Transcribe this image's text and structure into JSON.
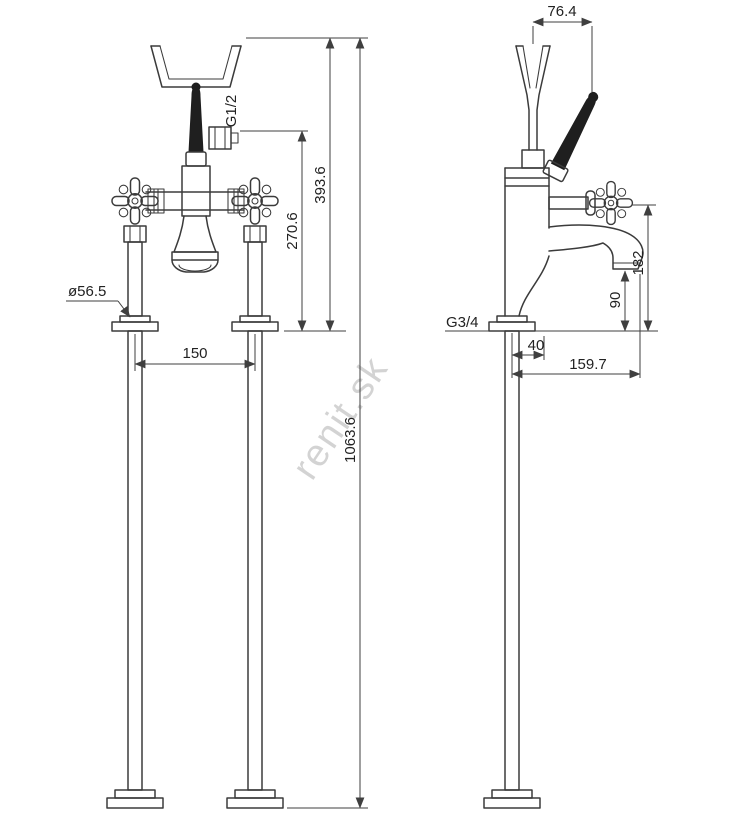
{
  "drawing": {
    "watermark": "renit.sk"
  },
  "front_view": {
    "dimensions": {
      "hand_shower_thread": "G1/2",
      "hose_outlet_height": "270.6",
      "top_height": "393.6",
      "cover_plate_diameter": "ø56.5",
      "pipe_centres": "150",
      "total_height": "1063.6"
    }
  },
  "side_view": {
    "dimensions": {
      "handle_projection": "76.4",
      "spout_top_height": "182",
      "spout_underside_height": "90",
      "inlet_thread": "G3/4",
      "body_offset": "40",
      "spout_projection": "159.7"
    }
  }
}
